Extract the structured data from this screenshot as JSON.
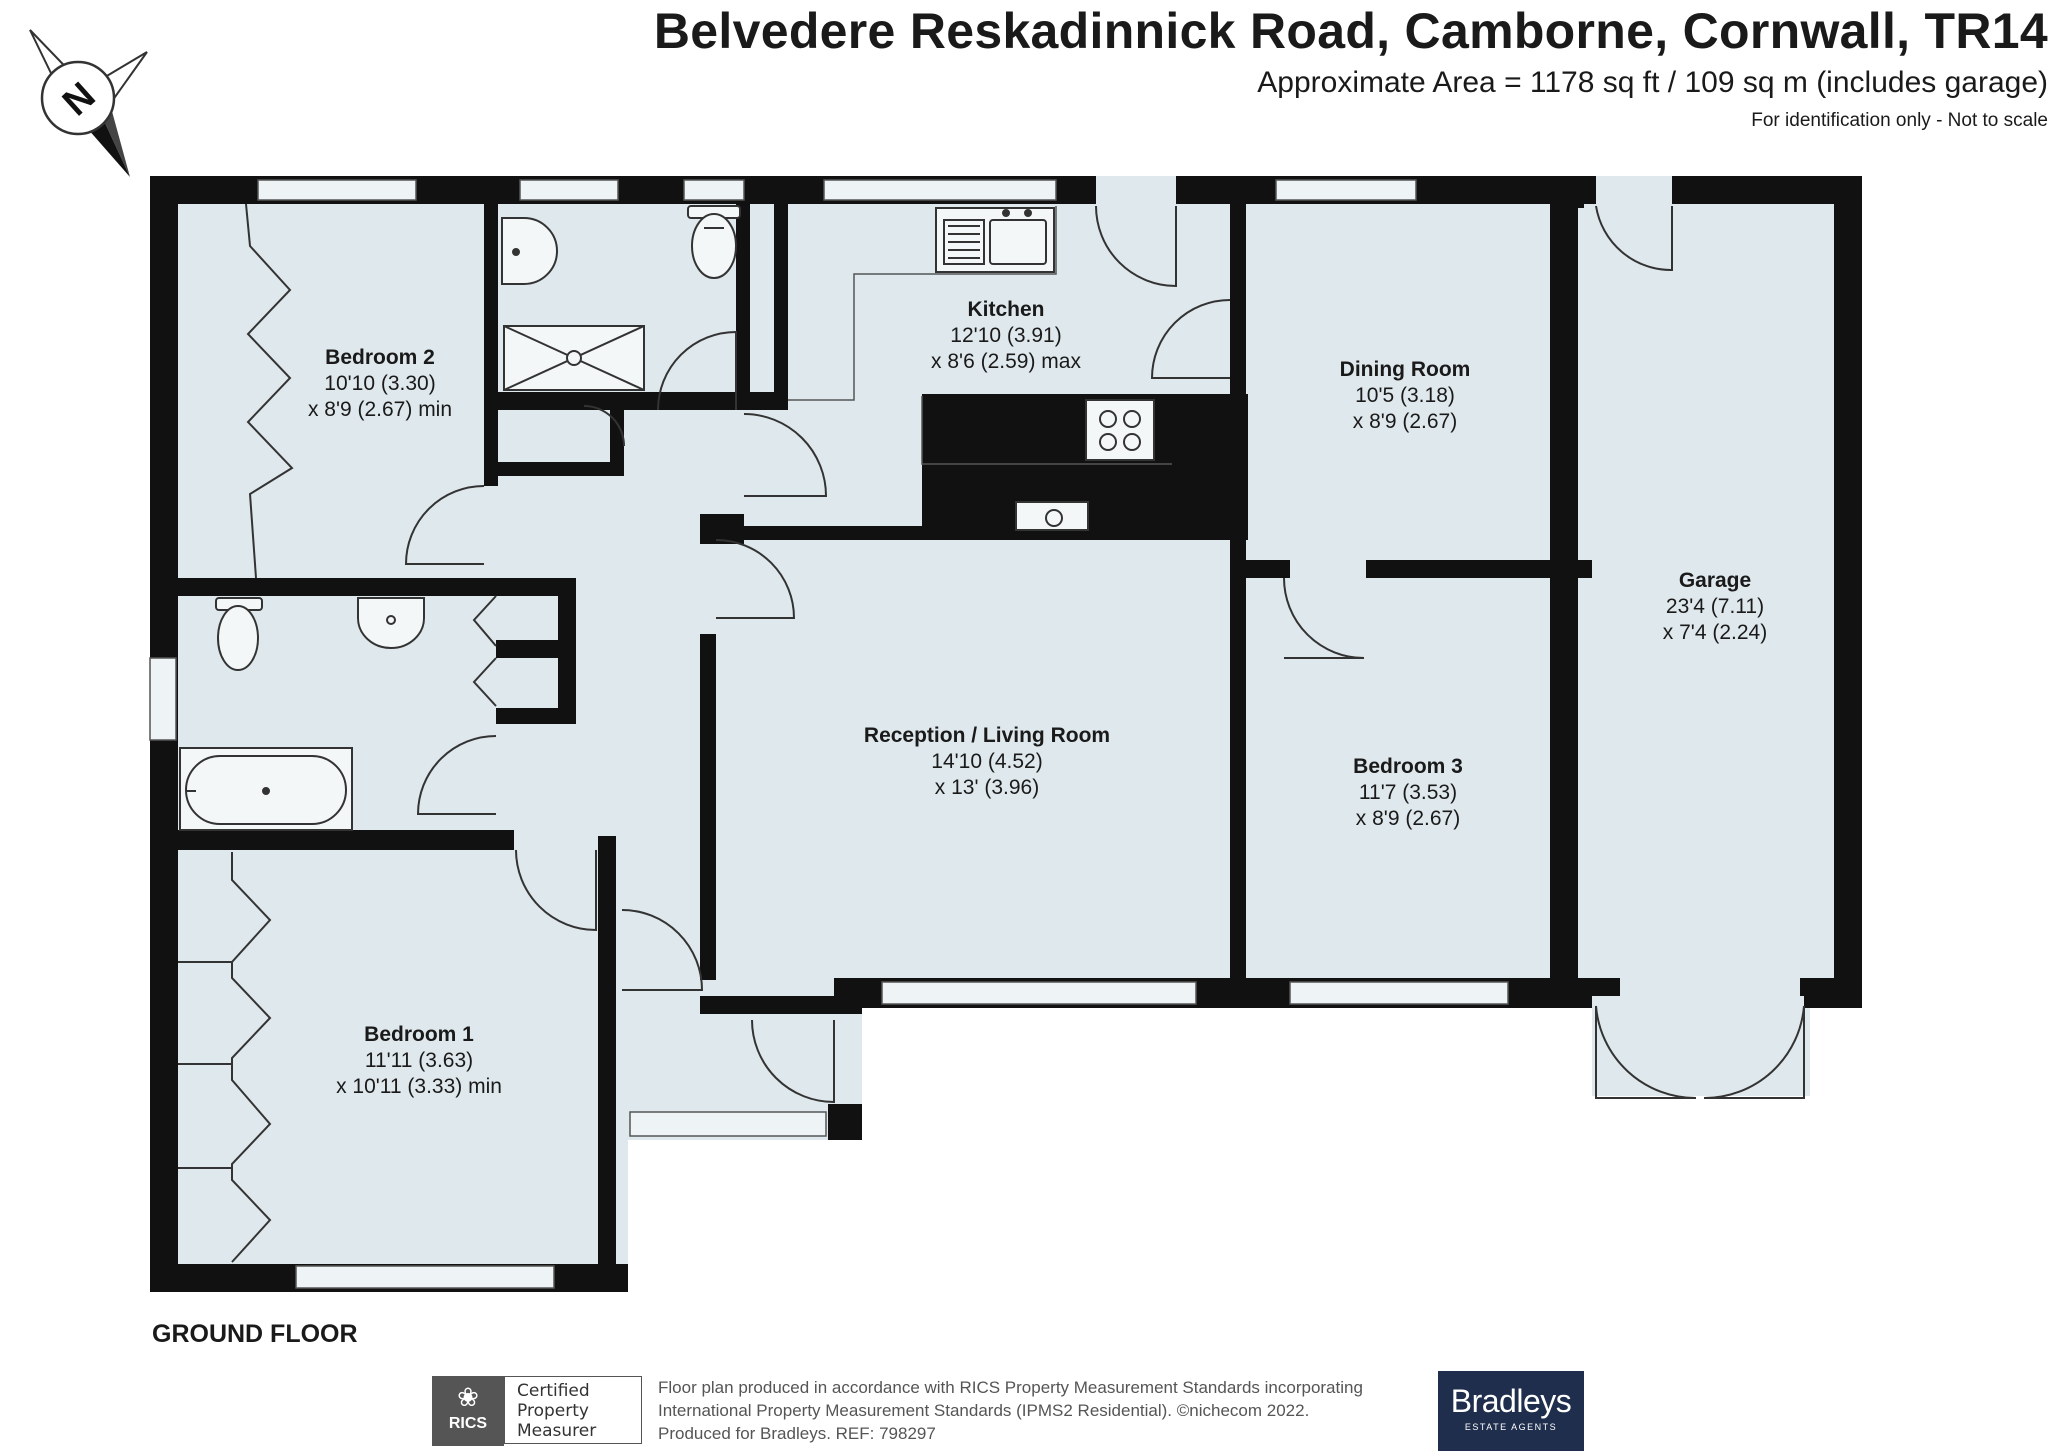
{
  "header": {
    "title": "Belvedere Reskadinnick Road, Camborne, Cornwall, TR14",
    "area": "Approximate Area = 1178 sq ft / 109 sq m (includes garage)",
    "disclaimer": "For identification only - Not to scale"
  },
  "compass": {
    "letter": "N"
  },
  "floor_label": "GROUND FLOOR",
  "rooms": {
    "bedroom2": {
      "name": "Bedroom 2",
      "dim1": "10'10 (3.30)",
      "dim2": "x 8'9 (2.67) min"
    },
    "kitchen": {
      "name": "Kitchen",
      "dim1": "12'10 (3.91)",
      "dim2": "x 8'6 (2.59) max"
    },
    "dining": {
      "name": "Dining Room",
      "dim1": "10'5 (3.18)",
      "dim2": "x 8'9 (2.67)"
    },
    "garage": {
      "name": "Garage",
      "dim1": "23'4 (7.11)",
      "dim2": "x 7'4 (2.24)"
    },
    "reception": {
      "name": "Reception / Living Room",
      "dim1": "14'10 (4.52)",
      "dim2": "x 13' (3.96)"
    },
    "bedroom3": {
      "name": "Bedroom 3",
      "dim1": "11'7 (3.53)",
      "dim2": "x 8'9 (2.67)"
    },
    "bedroom1": {
      "name": "Bedroom 1",
      "dim1": "11'11 (3.63)",
      "dim2": "x 10'11 (3.33) min"
    }
  },
  "footer": {
    "rics_label": "RICS",
    "certified": [
      "Certified",
      "Property",
      "Measurer"
    ],
    "credit": [
      "Floor plan produced in accordance with RICS Property Measurement Standards incorporating",
      "International Property Measurement Standards (IPMS2 Residential).   ©nichecom 2022.",
      "Produced for Bradleys.    REF:  798297"
    ],
    "brand_name": "Bradleys",
    "brand_sub": "ESTATE AGENTS"
  },
  "colors": {
    "wall": "#111111",
    "floor": "#dfe8ec",
    "window": "#eef3f5",
    "fixture_stroke": "#333333",
    "brand": "#1f2e4d"
  }
}
